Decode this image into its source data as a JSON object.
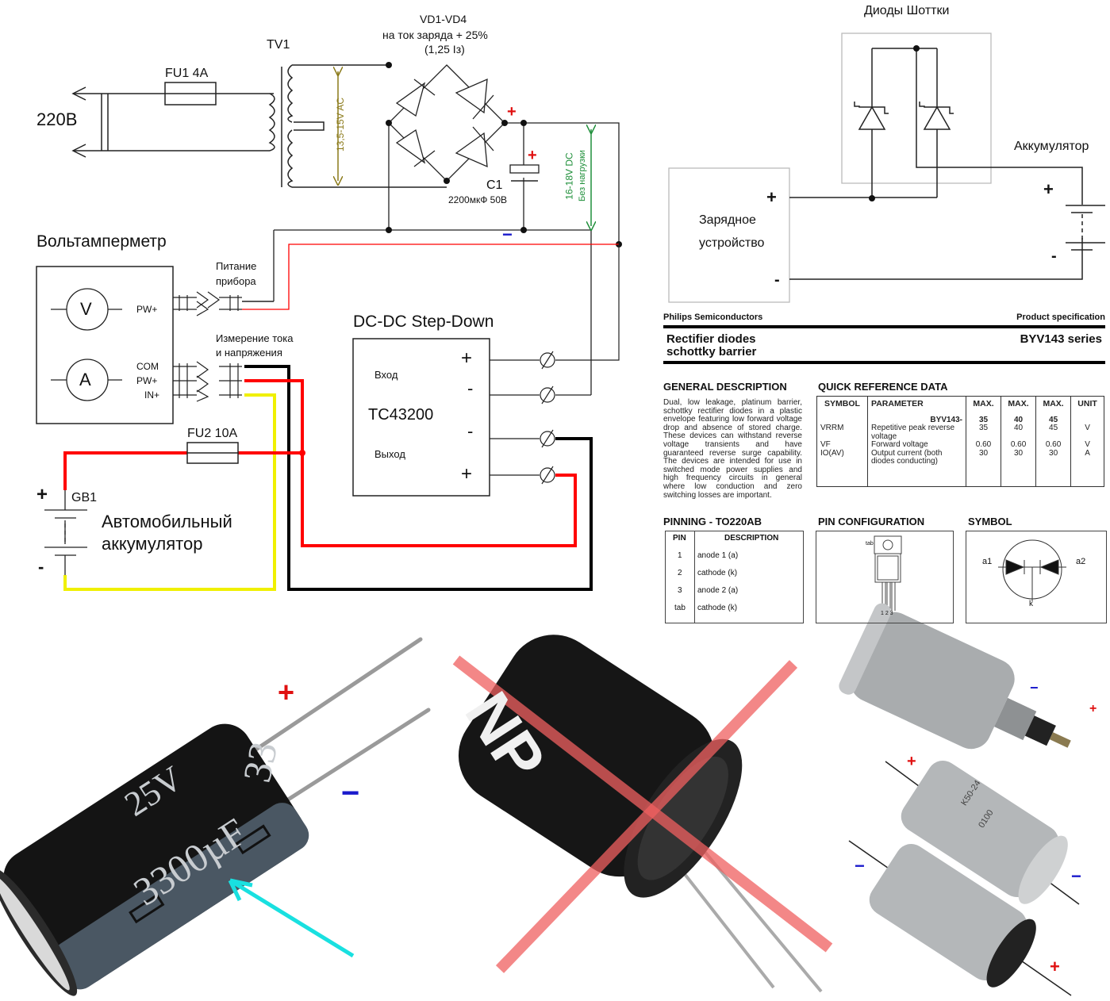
{
  "charger_schematic": {
    "mains_label": "220B",
    "fuse1_label": "FU1 4A",
    "transformer_label": "TV1",
    "ac_voltage_label": "13,5-15V AC",
    "bridge_title": "VD1-VD4",
    "bridge_note_line1": "на ток  заряда + 25%",
    "bridge_note_line2": "(1,25 Iз)",
    "plus_sign": "+",
    "minus_sign": "−",
    "cap_label": "C1",
    "cap_value": "2200мкФ 50В",
    "dc_voltage_line1": "16-18V DC",
    "dc_voltage_line2": "Без нагрузки",
    "voltammeter_title": "Вольтамперметр",
    "meter_v": "V",
    "meter_a": "A",
    "pw_plus": "PW+",
    "com": "COM",
    "in_plus": "IN+",
    "power_label_line1": "Питание",
    "power_label_line2": "прибора",
    "measure_label_line1": "Измерение тока",
    "measure_label_line2": "и напряжения",
    "dcdc_title": "DC-DC Step-Down",
    "dcdc_input": "Вход",
    "dcdc_output": "Выход",
    "dcdc_model": "TC43200",
    "fuse2_label": "FU2 10A",
    "battery_ref": "GB1",
    "battery_line1": "Автомобильный",
    "battery_line2": "аккумулятор",
    "battery_plus": "+",
    "battery_minus": "-"
  },
  "schottky_schematic": {
    "title": "Диоды Шоттки",
    "battery_label": "Аккумулятор",
    "charger_line1": "Зарядное",
    "charger_line2": "устройство",
    "plus": "+",
    "minus": "-"
  },
  "datasheet": {
    "company": "Philips Semiconductors",
    "doc_type": "Product specification",
    "title_line1": "Rectifier diodes",
    "title_line2": "schottky barrier",
    "series": "BYV143 series",
    "general_description_title": "GENERAL DESCRIPTION",
    "general_description": "Dual, low leakage, platinum barrier, schottky rectifier diodes in a plastic envelope featuring low forward voltage drop and absence of stored charge. These devices can withstand reverse voltage transients and have guaranteed reverse surge capability. The devices are intended for use in switched mode power supplies and high frequency circuits in general where low conduction and zero switching losses are important.",
    "quick_ref_title": "QUICK REFERENCE DATA",
    "quick_ref_headers": [
      "SYMBOL",
      "PARAMETER",
      "MAX.",
      "MAX.",
      "MAX.",
      "UNIT"
    ],
    "quick_ref_rows": [
      {
        "symbol": "",
        "parameter": "BYV143-",
        "v1": "35",
        "v2": "40",
        "v3": "45",
        "unit": ""
      },
      {
        "symbol": "VRRM",
        "parameter": "Repetitive peak reverse voltage",
        "v1": "35",
        "v2": "40",
        "v3": "45",
        "unit": "V"
      },
      {
        "symbol": "VF",
        "parameter": "Forward voltage",
        "v1": "0.60",
        "v2": "0.60",
        "v3": "0.60",
        "unit": "V"
      },
      {
        "symbol": "IO(AV)",
        "parameter": "Output current (both diodes conducting)",
        "v1": "30",
        "v2": "30",
        "v3": "30",
        "unit": "A"
      }
    ],
    "pinning_title": "PINNING - TO220AB",
    "pinning_headers": [
      "PIN",
      "DESCRIPTION"
    ],
    "pinning_rows": [
      {
        "pin": "1",
        "desc": "anode 1 (a)"
      },
      {
        "pin": "2",
        "desc": "cathode (k)"
      },
      {
        "pin": "3",
        "desc": "anode 2 (a)"
      },
      {
        "pin": "tab",
        "desc": "cathode (k)"
      }
    ],
    "pin_config_title": "PIN CONFIGURATION",
    "pin_config_tab": "tab",
    "pin_config_numbers": "1 2 3",
    "symbol_title": "SYMBOL",
    "symbol_a1": "a1",
    "symbol_a2": "a2",
    "symbol_k": "k"
  },
  "photos": {
    "electrolytic_voltage": "25V",
    "electrolytic_capacitance": "3300µF",
    "electrolytic_partial": "33",
    "np_marking": "NP",
    "plus": "+",
    "minus": "−",
    "k50_marking": "K50-24",
    "k50_code": "0100"
  },
  "colors": {
    "wire_red": "#ff0000",
    "wire_yellow": "#f0f000",
    "wire_black": "#000000",
    "ac_arrow": "#8b7a1a",
    "dc_arrow": "#1f8f3a",
    "plus_red": "#e01010",
    "minus_blue": "#1a1acc",
    "cyan_arrow": "#19e0e0",
    "cross_red": "#f06060"
  }
}
